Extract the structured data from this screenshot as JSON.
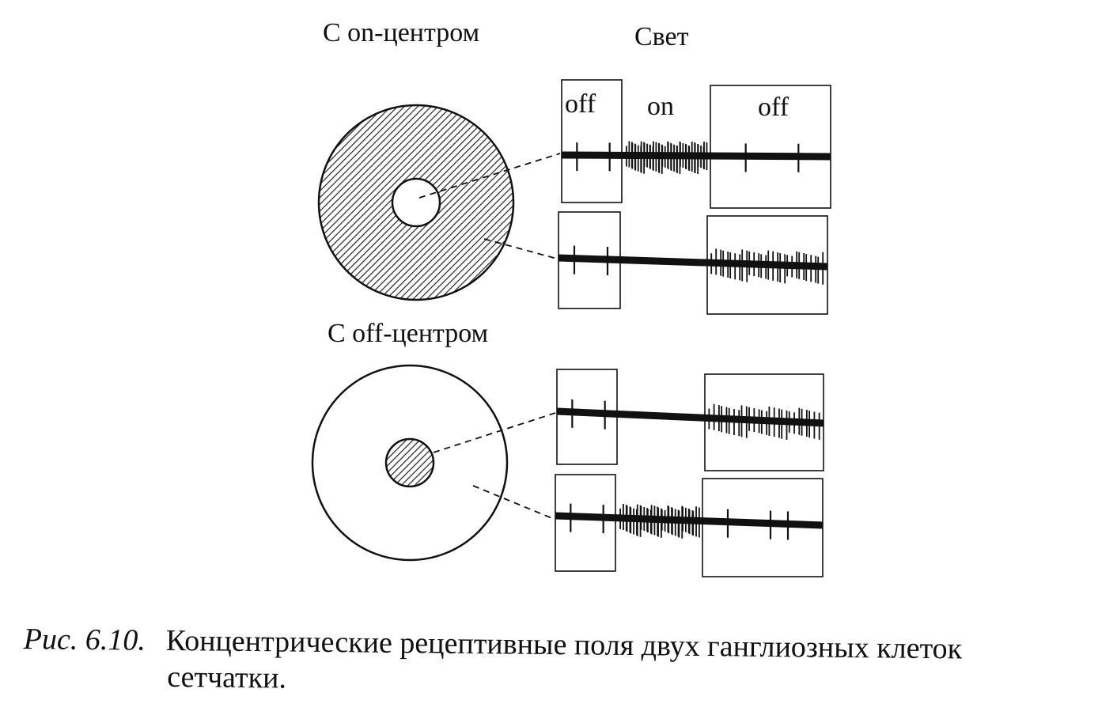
{
  "labels": {
    "on_center": "С on-центром",
    "off_center": "С off-центром",
    "light": "Свет",
    "phase_off_1": "off",
    "phase_on": "on",
    "phase_off_2": "off"
  },
  "caption": {
    "number": "Рис. 6.10.",
    "text_line1": "Концентрические рецептивные поля двух ганглиозных клеток",
    "text_line2": "сетчатки."
  },
  "colors": {
    "ink": "#111111",
    "background": "#ffffff"
  },
  "traces": [
    {
      "name": "on-center, center stimulated",
      "spikes_off1": 2,
      "spikes_on": 45,
      "spikes_off2": 2
    },
    {
      "name": "on-center, surround stimulated",
      "spikes_off1": 2,
      "spikes_on": 0,
      "spikes_off2": 30
    },
    {
      "name": "off-center, center stimulated",
      "spikes_off1": 2,
      "spikes_on": 0,
      "spikes_off2": 28
    },
    {
      "name": "off-center, surround stimulated",
      "spikes_off1": 2,
      "spikes_on": 38,
      "spikes_off2": 3
    }
  ]
}
